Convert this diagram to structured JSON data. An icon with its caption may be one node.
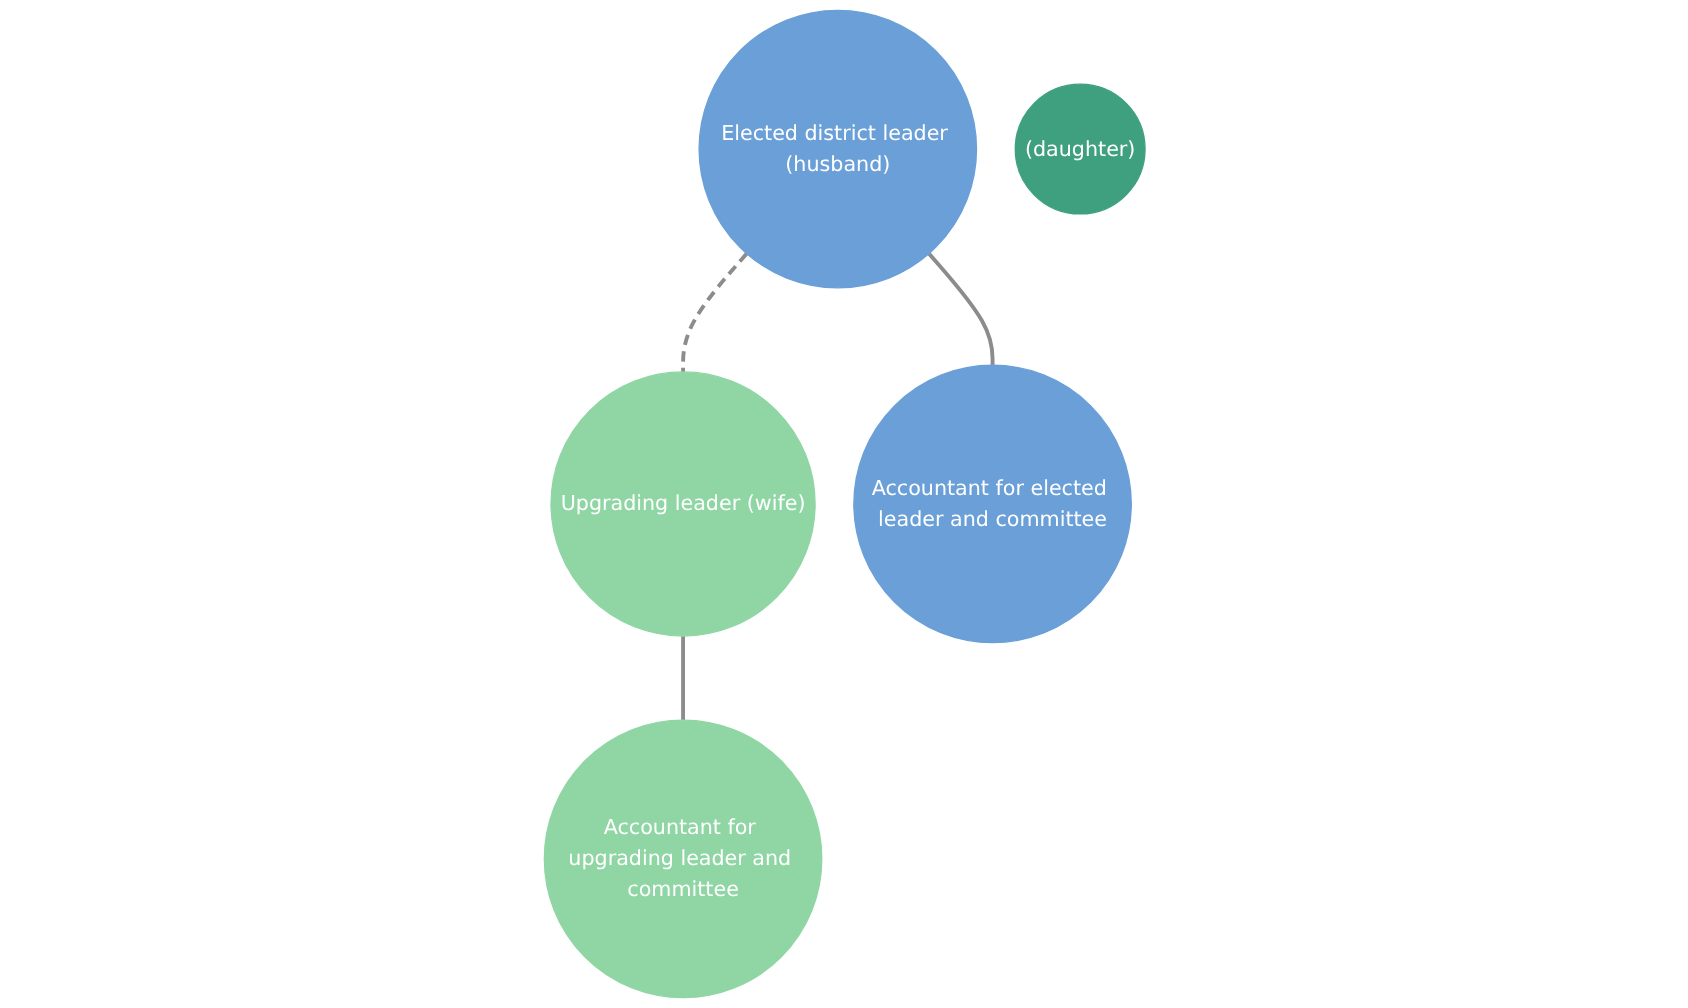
{
  "diagram": {
    "nodes": [
      {
        "text": [
          "Elected district leader (husband)"
        ]
      },
      {
        "text": [
          "Upgrading leader (wife)"
        ]
      },
      {
        "text": [
          "Accountant for elected leader and committee"
        ]
      },
      {
        "text": [
          "(daughter)"
        ]
      },
      {
        "text": [
          "Accountant for upgrading leader and committee"
        ]
      }
    ],
    "edges": [
      {
        "from": 0,
        "to": 1,
        "arrow": "none",
        "style": "dashed"
      },
      {
        "from": 0,
        "to": 2,
        "arrow": "none"
      },
      {
        "from": 1,
        "to": 4,
        "arrow": "none"
      }
    ]
  }
}
